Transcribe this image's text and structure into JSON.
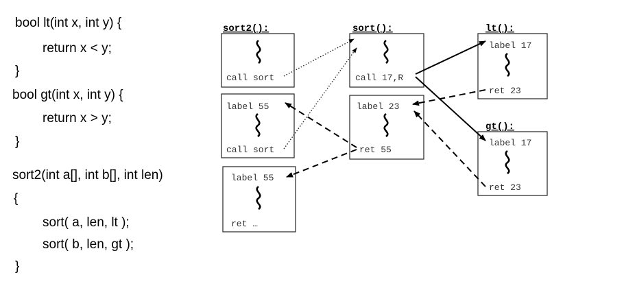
{
  "code": {
    "lines": [
      "bool lt(int x, int y) {",
      "return x < y;",
      "}",
      "bool gt(int x, int y) {",
      "return x > y;",
      "}",
      "sort2(int a[], int b[], int len)",
      "{",
      "sort( a, len, lt );",
      "sort( b, len, gt );",
      "}"
    ]
  },
  "diagram": {
    "sort2": {
      "title": "sort2():",
      "frame1": {
        "bottom": "call sort"
      },
      "frame2": {
        "top": "label 55",
        "bottom": "call sort"
      },
      "frame3": {
        "top": "label 55",
        "bottom": "ret …"
      }
    },
    "sort": {
      "title": "sort():",
      "frame1": {
        "bottom": "call 17,R"
      },
      "frame2": {
        "top": "label 23",
        "bottom": "ret 55"
      }
    },
    "lt": {
      "title": "lt():",
      "frame1": {
        "top": "label 17",
        "bottom": "ret 23"
      }
    },
    "gt": {
      "title": "gt():",
      "frame1": {
        "top": "label 17",
        "bottom": "ret 23"
      }
    }
  }
}
